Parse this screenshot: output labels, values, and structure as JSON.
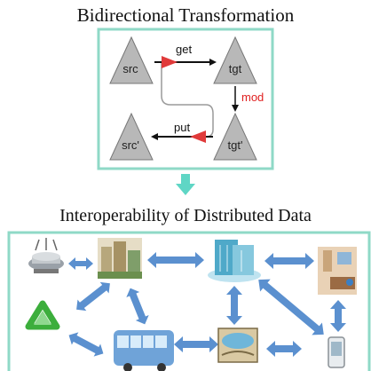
{
  "header": {
    "title": "Bidirectional Transformation"
  },
  "section2": {
    "title": "Interoperability of Distributed Data"
  },
  "bx_diagram": {
    "nodes": [
      {
        "id": "src",
        "label": "src"
      },
      {
        "id": "tgt",
        "label": "tgt"
      },
      {
        "id": "src_prime",
        "label": "src'"
      },
      {
        "id": "tgt_prime",
        "label": "tgt'"
      }
    ],
    "ops": {
      "get": "get",
      "put": "put",
      "mod": "mod"
    }
  },
  "network": {
    "nodes": [
      {
        "id": "satellite",
        "icon": "satellite-dish-icon"
      },
      {
        "id": "city",
        "icon": "city-buildings-icon"
      },
      {
        "id": "building",
        "icon": "office-building-icon"
      },
      {
        "id": "home",
        "icon": "home-interior-icon"
      },
      {
        "id": "recycle",
        "icon": "recycle-icon"
      },
      {
        "id": "bus",
        "icon": "bus-icon"
      },
      {
        "id": "dam",
        "icon": "dam-icon"
      },
      {
        "id": "phone",
        "icon": "mobile-phone-icon"
      }
    ]
  },
  "colors": {
    "frame_border": "#8fd9c7",
    "triangle_fill": "#b8b8b8",
    "arrow_blue": "#5b90cf",
    "down_arrow": "#5fd6c5",
    "mod_red": "#e02020",
    "op_arrow_red": "#e03a3a"
  }
}
